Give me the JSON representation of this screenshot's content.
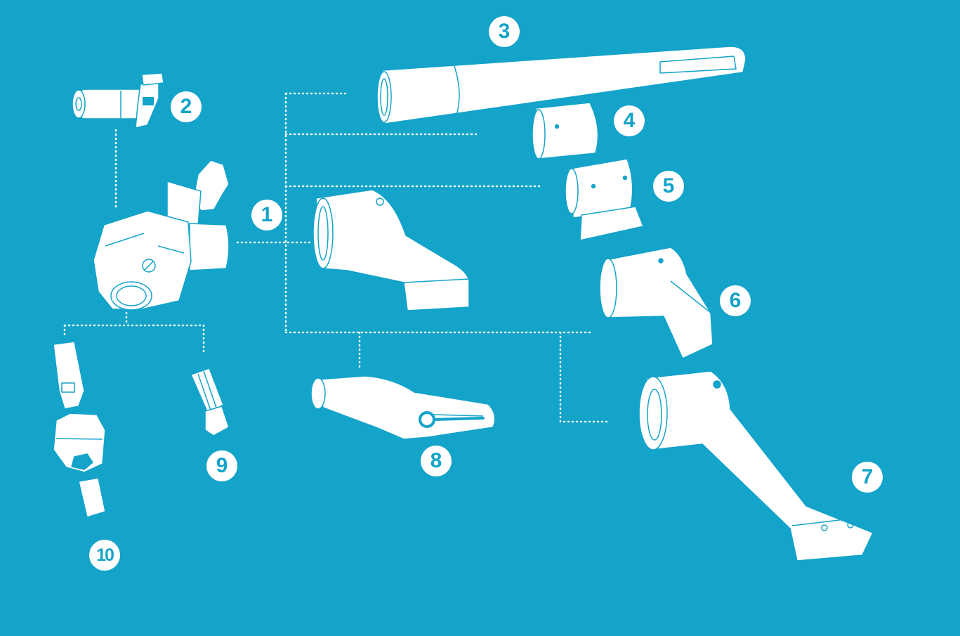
{
  "colors": {
    "background": "#14a3c9",
    "part_fill": "#ffffff",
    "part_line": "#14a3c9",
    "connector": "#ffffff"
  },
  "connector_style": "dotted",
  "parts": [
    {
      "id": "1",
      "label": "1",
      "icon": "torque-wrench-head-icon"
    },
    {
      "id": "2",
      "label": "2",
      "icon": "hydraulic-swivel-connector-icon"
    },
    {
      "id": "3",
      "label": "3",
      "icon": "long-reaction-arm-icon"
    },
    {
      "id": "4",
      "label": "4",
      "icon": "reaction-sleeve-icon"
    },
    {
      "id": "5",
      "label": "5",
      "icon": "flat-foot-sleeve-icon"
    },
    {
      "id": "6",
      "label": "6",
      "icon": "offset-reaction-arm-icon"
    },
    {
      "id": "7",
      "label": "7",
      "icon": "long-reaction-foot-icon"
    },
    {
      "id": "8",
      "label": "8",
      "icon": "slotted-reaction-arm-icon"
    },
    {
      "id": "9",
      "label": "9",
      "icon": "spline-drive-icon"
    },
    {
      "id": "10",
      "label": "10",
      "icon": "hex-socket-set-icon"
    }
  ]
}
